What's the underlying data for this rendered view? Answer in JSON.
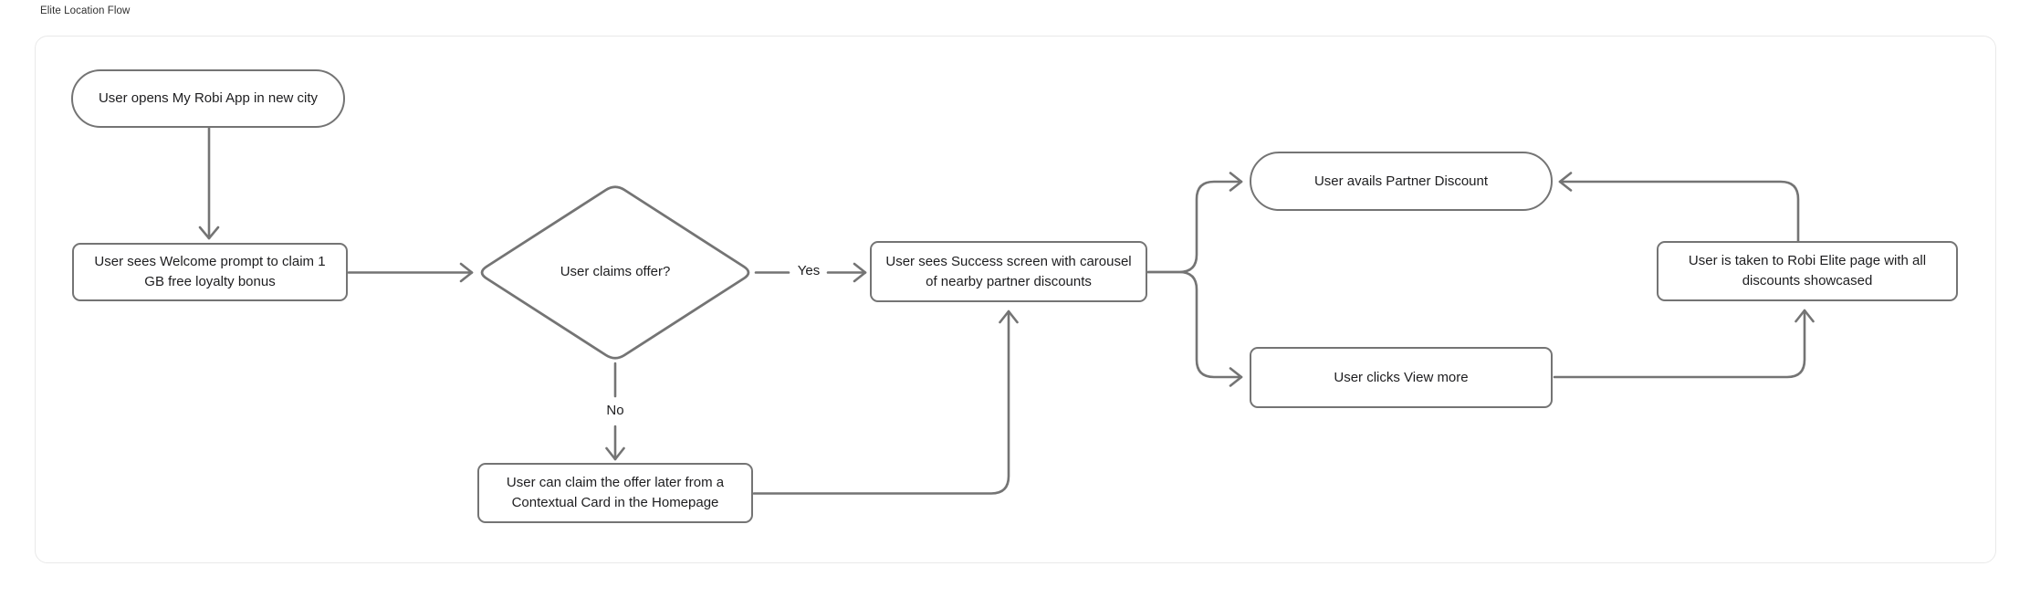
{
  "title": "Elite Location Flow",
  "colors": {
    "stroke": "#747474",
    "text": "#1d1d1f",
    "canvas_border": "#e9e9e9",
    "background": "#ffffff"
  },
  "diagram": {
    "type": "flowchart",
    "nodes": [
      {
        "id": "start",
        "shape": "stadium",
        "label": "User opens My Robi App in new city"
      },
      {
        "id": "welcome",
        "shape": "rectangle",
        "label": "User sees Welcome prompt to claim 1 GB free loyalty bonus"
      },
      {
        "id": "decision",
        "shape": "diamond",
        "label": "User claims offer?"
      },
      {
        "id": "success",
        "shape": "rectangle",
        "label": "User sees Success screen with carousel of nearby partner discounts"
      },
      {
        "id": "avails",
        "shape": "stadium",
        "label": "User avails Partner Discount"
      },
      {
        "id": "viewmore",
        "shape": "rectangle",
        "label": "User clicks View more"
      },
      {
        "id": "elite",
        "shape": "rectangle",
        "label": "User is taken to Robi Elite page with all discounts showcased"
      },
      {
        "id": "later",
        "shape": "rectangle",
        "label": "User can claim the offer later from a Contextual Card in the Homepage"
      }
    ],
    "edges": [
      {
        "from": "start",
        "to": "welcome",
        "label": ""
      },
      {
        "from": "welcome",
        "to": "decision",
        "label": ""
      },
      {
        "from": "decision",
        "to": "success",
        "label": "Yes"
      },
      {
        "from": "decision",
        "to": "later",
        "label": "No"
      },
      {
        "from": "later",
        "to": "success",
        "label": ""
      },
      {
        "from": "success",
        "to": "avails",
        "label": ""
      },
      {
        "from": "success",
        "to": "viewmore",
        "label": ""
      },
      {
        "from": "viewmore",
        "to": "elite",
        "label": ""
      },
      {
        "from": "elite",
        "to": "avails",
        "label": ""
      }
    ]
  }
}
